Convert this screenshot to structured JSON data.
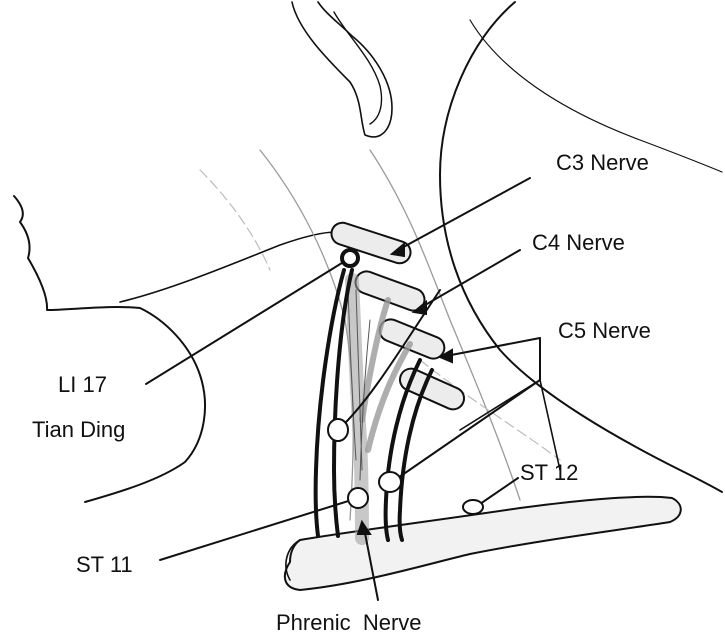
{
  "labels": {
    "c3": "C3 Nerve",
    "c4": "C4 Nerve",
    "c5": "C5 Nerve",
    "li17": "LI 17",
    "tian_ding": "Tian Ding",
    "st12": "ST 12",
    "st11": "ST 11",
    "phrenic": "Phrenic  Nerve"
  },
  "colors": {
    "line": "#111111",
    "fill": "#ececec",
    "shade": "#9a9a9a",
    "background": "#ffffff"
  }
}
